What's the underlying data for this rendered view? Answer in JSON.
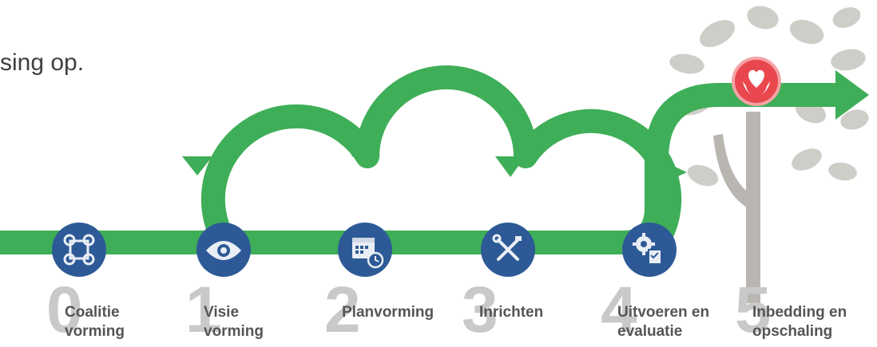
{
  "heading": "sing op.",
  "colors": {
    "green": "#3fae58",
    "blue": "#2d5a97",
    "red": "#e8474d",
    "tree_gray": "#cfcdc8",
    "trunk_gray": "#b9b6b1",
    "number_gray": "#c9c9c9"
  },
  "steps": [
    {
      "number": "0",
      "line1": "Coalitie",
      "line2": "vorming",
      "icon": "coalition-puzzle-icon"
    },
    {
      "number": "1",
      "line1": "Visie",
      "line2": "vorming",
      "icon": "eye-icon"
    },
    {
      "number": "2",
      "line1": "Planvorming",
      "line2": "",
      "icon": "calendar-clock-icon"
    },
    {
      "number": "3",
      "line1": "Inrichten",
      "line2": "",
      "icon": "tools-icon"
    },
    {
      "number": "4",
      "line1": "Uitvoeren en",
      "line2": "evaluatie",
      "icon": "gear-checklist-icon"
    },
    {
      "number": "5",
      "line1": "Inbedding en",
      "line2": "opschaling",
      "icon": "heart-hands-icon"
    }
  ]
}
